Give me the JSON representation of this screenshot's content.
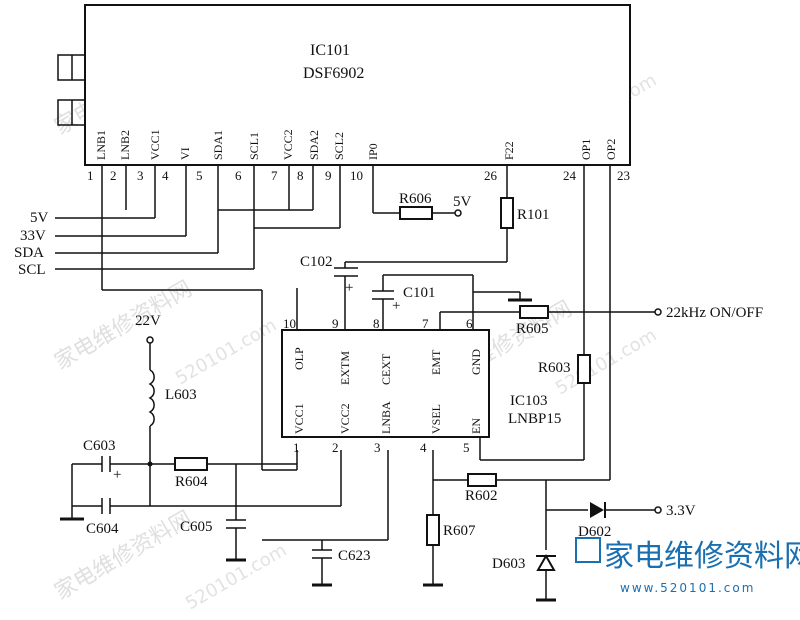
{
  "ic101": {
    "name": "IC101",
    "part": "DSF6902",
    "pins": [
      {
        "num": "1",
        "label": "LNB1"
      },
      {
        "num": "2",
        "label": "LNB2"
      },
      {
        "num": "3",
        "label": "VCC1"
      },
      {
        "num": "4",
        "label": "VI"
      },
      {
        "num": "5",
        "label": "SDA1"
      },
      {
        "num": "6",
        "label": "SCL1"
      },
      {
        "num": "7",
        "label": "VCC2"
      },
      {
        "num": "8",
        "label": "SDA2"
      },
      {
        "num": "9",
        "label": "SCL2"
      },
      {
        "num": "10",
        "label": "IP0"
      },
      {
        "num": "26",
        "label": "F22"
      },
      {
        "num": "24",
        "label": "OP1"
      },
      {
        "num": "23",
        "label": "OP2"
      }
    ]
  },
  "ic103": {
    "name": "IC103",
    "part": "LNBP15",
    "pins_top": [
      {
        "num": "10",
        "label": "OLP"
      },
      {
        "num": "9",
        "label": "EXTM"
      },
      {
        "num": "8",
        "label": "CEXT"
      },
      {
        "num": "7",
        "label": "EMT"
      },
      {
        "num": "6",
        "label": "GND"
      }
    ],
    "pins_bottom": [
      {
        "num": "1",
        "label": "VCC1"
      },
      {
        "num": "2",
        "label": "VCC2"
      },
      {
        "num": "3",
        "label": "LNBA"
      },
      {
        "num": "4",
        "label": "VSEL"
      },
      {
        "num": "5",
        "label": "EN"
      }
    ]
  },
  "signals": {
    "v5": "5V",
    "v33": "33V",
    "sda": "SDA",
    "scl": "SCL",
    "v5_r606": "5V",
    "v22": "22V",
    "khz": "22kHz ON/OFF",
    "v3_3": "3.3V"
  },
  "components": {
    "r606": "R606",
    "r101": "R101",
    "c102": "C102",
    "c101": "C101",
    "r605": "R605",
    "r603": "R603",
    "l603": "L603",
    "c603": "C603",
    "r604": "R604",
    "c604": "C604",
    "c605": "C605",
    "c623": "C623",
    "r602": "R602",
    "r607": "R607",
    "d602": "D602",
    "d603": "D603"
  },
  "polarity": {
    "plus": "+"
  },
  "watermark": {
    "text": "家电维修资料网",
    "url": "520101.com",
    "logo": "家电维修资料网",
    "logo_url": "www.520101.com"
  }
}
